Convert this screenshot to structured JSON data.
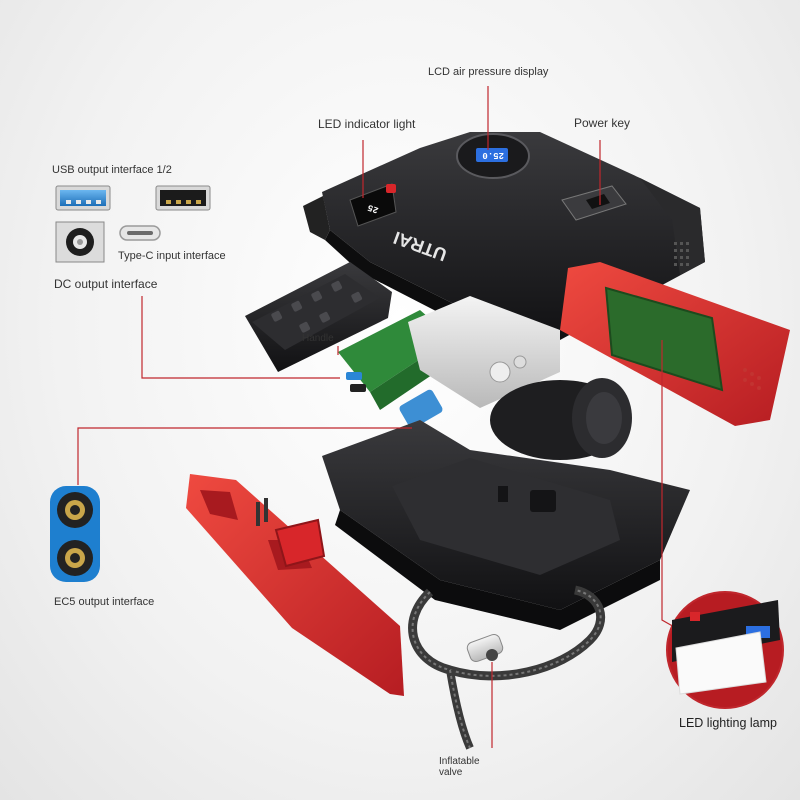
{
  "labels": {
    "lcd_display": "LCD air pressure display",
    "led_indicator": "LED indicator light",
    "power_key": "Power key",
    "usb_output": "USB output interface 1/2",
    "type_c_input": "Type-C input interface",
    "dc_output": "DC output interface",
    "handle": "Handle",
    "ec5_output": "EC5 output interface",
    "led_lamp": "LED lighting lamp",
    "inflatable_valve_line1": "Inflatable",
    "inflatable_valve_line2": "valve"
  },
  "device": {
    "brand": "UTRAI",
    "lcd_reading": "25.0",
    "indicator_reading": "25"
  },
  "colors": {
    "leader_line": "#c0272d",
    "body_black": "#1c1c1e",
    "accent_red": "#d8262a",
    "usb_blue": "#2a86d6",
    "ec5_blue": "#1e7fcf",
    "pcb_green": "#2f8a3a",
    "battery_green": "#2b6b2b"
  },
  "icons": [
    "usb-blue-port-icon",
    "usb-black-port-icon",
    "type-c-port-icon",
    "dc-port-icon",
    "ec5-port-icon"
  ]
}
